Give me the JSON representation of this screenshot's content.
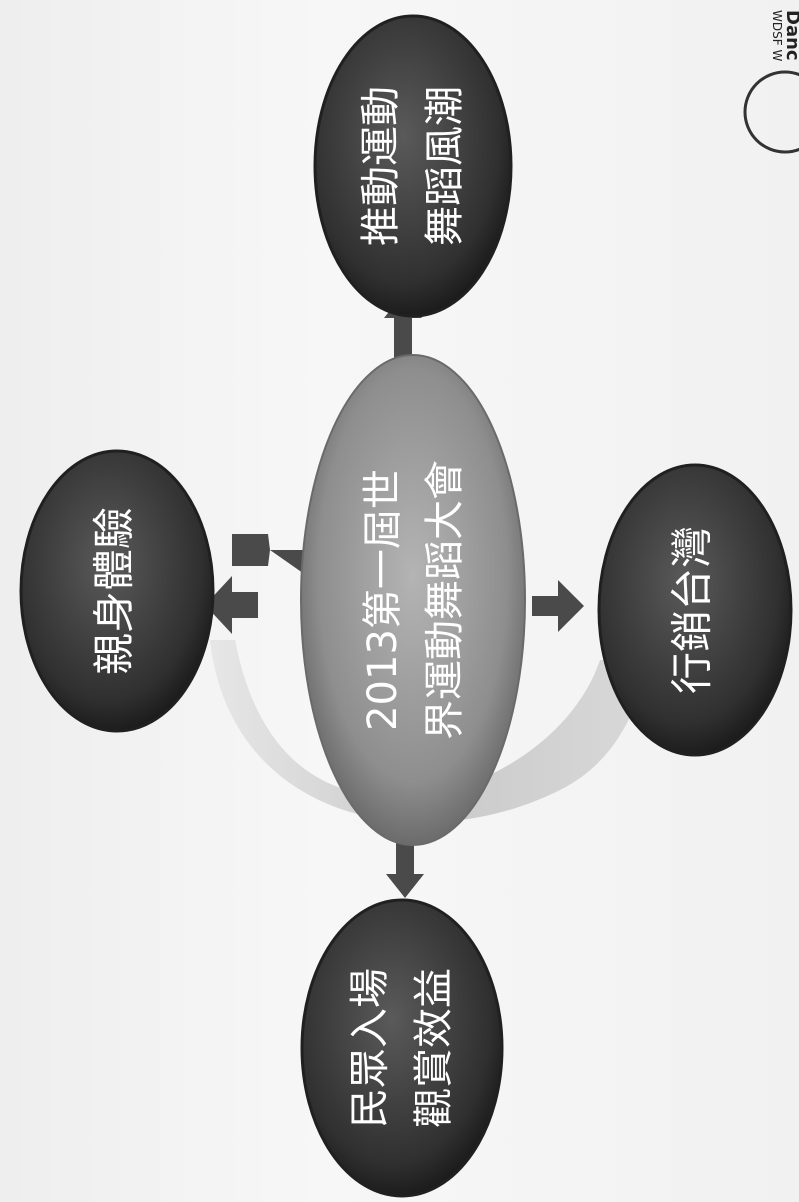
{
  "center": {
    "line1": "2013第一屆世",
    "line2": "界運動舞蹈大會"
  },
  "nodes": {
    "experience": {
      "text": "親身體驗"
    },
    "promote_trend": {
      "line1": "推動運動",
      "line2": "舞蹈風潮"
    },
    "marketing": {
      "text": "行銷台灣"
    },
    "attendance": {
      "line1": "民眾入場",
      "line2": "觀賞效益"
    }
  },
  "logo": {
    "line1": "WDSF W",
    "line2": "Danc"
  },
  "colors": {
    "center_fill": "#9a9a9a",
    "node_fill": "#3a3a3a",
    "arrow_fill": "#4a4a4a",
    "arc_fill": "#c9c9c9"
  }
}
